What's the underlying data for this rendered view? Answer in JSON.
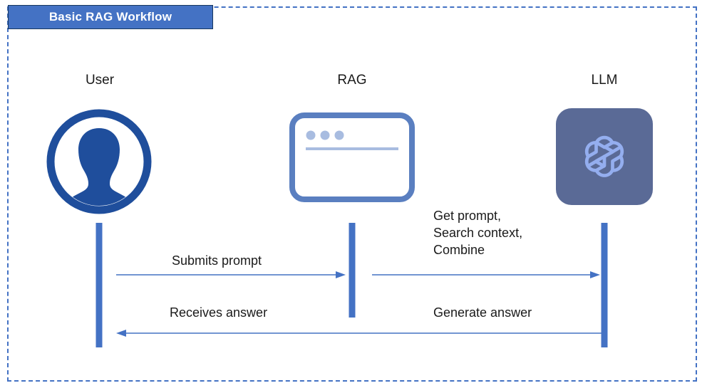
{
  "slide": {
    "title": "Basic RAG Workflow",
    "title_bg": "#4472C4",
    "title_fg": "#FFFFFF",
    "border_color": "#4472C4",
    "background": "#FFFFFF"
  },
  "actors": [
    {
      "id": "user",
      "label": "User",
      "icon": "user-avatar-icon",
      "icon_color": "#1F4E9C",
      "lifeline_color": "#4472C4"
    },
    {
      "id": "rag",
      "label": "RAG",
      "icon": "browser-window-icon",
      "icon_color": "#5A7FC0",
      "lifeline_color": "#4472C4"
    },
    {
      "id": "llm",
      "label": "LLM",
      "icon": "openai-knot-icon",
      "icon_color": "#94AEEF",
      "icon_bg": "#5A6A96",
      "lifeline_color": "#4472C4"
    }
  ],
  "messages": [
    {
      "id": "submits-prompt",
      "label": "Submits prompt",
      "from": "user",
      "to": "rag",
      "direction": "right",
      "color": "#4472C4"
    },
    {
      "id": "get-prompt-search-combine",
      "label": "Get prompt,\nSearch context,\nCombine",
      "from": "rag",
      "to": "llm",
      "direction": "right",
      "color": "#4472C4"
    },
    {
      "id": "receives-answer",
      "label": "Receives answer",
      "from": "rag",
      "to": "user",
      "direction": "left",
      "color": "#4472C4"
    },
    {
      "id": "generate-answer",
      "label": "Generate answer",
      "from": "llm",
      "to": "rag",
      "direction": "left",
      "color": "#4472C4"
    }
  ]
}
